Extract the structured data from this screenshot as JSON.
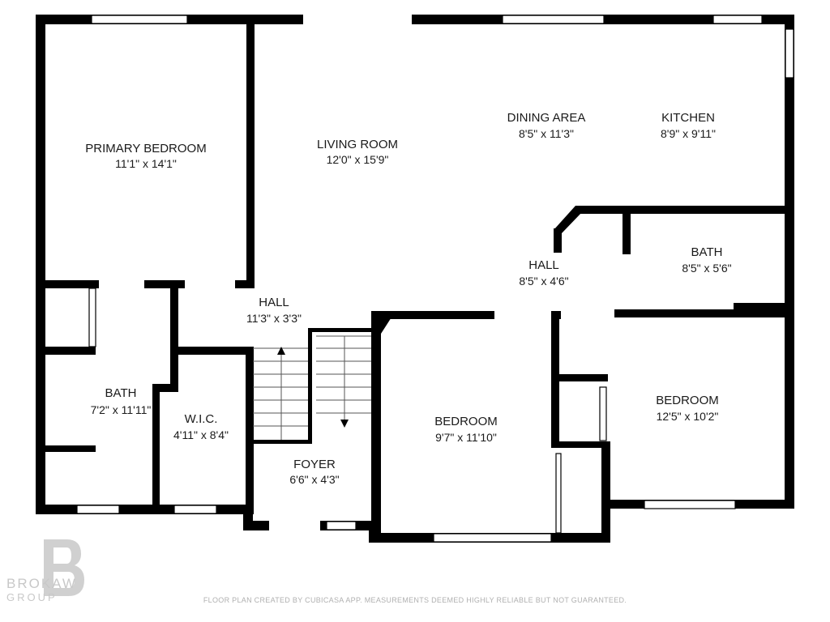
{
  "rooms": {
    "primary_bedroom": {
      "name": "PRIMARY BEDROOM",
      "size": "11'1\" x 14'1\""
    },
    "living_room": {
      "name": "LIVING ROOM",
      "size": "12'0\" x 15'9\""
    },
    "dining_area": {
      "name": "DINING AREA",
      "size": "8'5\" x 11'3\""
    },
    "kitchen": {
      "name": "KITCHEN",
      "size": "8'9\" x 9'11\""
    },
    "bath_right": {
      "name": "BATH",
      "size": "8'5\" x 5'6\""
    },
    "hall_right": {
      "name": "HALL",
      "size": "8'5\" x 4'6\""
    },
    "hall_left": {
      "name": "HALL",
      "size": "11'3\" x 3'3\""
    },
    "bath_left": {
      "name": "BATH",
      "size": "7'2\" x 11'11\""
    },
    "wic": {
      "name": "W.I.C.",
      "size": "4'11\" x 8'4\""
    },
    "foyer": {
      "name": "FOYER",
      "size": "6'6\" x 4'3\""
    },
    "bedroom_center": {
      "name": "BEDROOM",
      "size": "9'7\" x 11'10\""
    },
    "bedroom_right": {
      "name": "BEDROOM",
      "size": "12'5\" x 10'2\""
    }
  },
  "footer": {
    "disclaimer": "FLOOR PLAN CREATED BY CUBICASA APP. MEASUREMENTS DEEMED HIGHLY RELIABLE BUT NOT GUARANTEED."
  },
  "logo": {
    "line1": "BROKAW",
    "line2": "GROUP"
  }
}
